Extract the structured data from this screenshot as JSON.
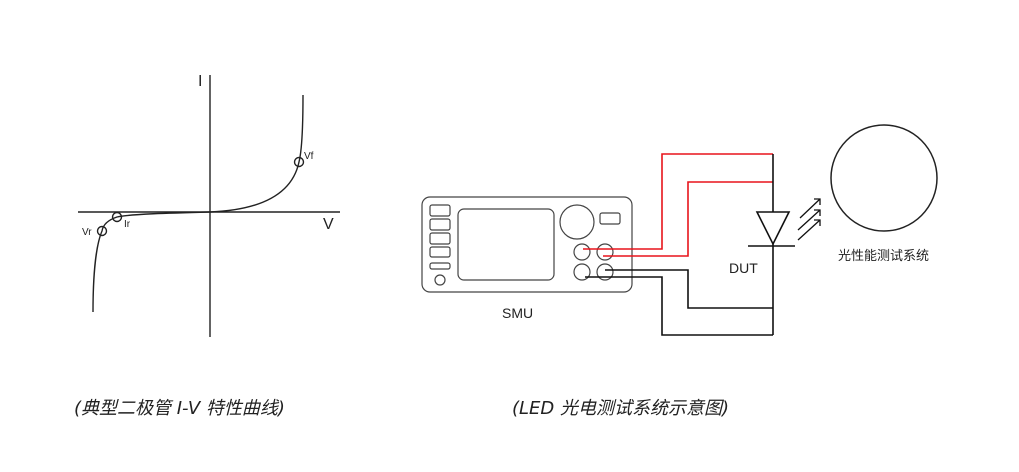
{
  "iv_curve": {
    "axis_y_label": "I",
    "axis_x_label": "V",
    "points": {
      "vf": "Vf",
      "ir": "Ir",
      "vr": "Vr"
    },
    "caption": "(典型二极管 I-V 特性曲线)"
  },
  "test_system": {
    "smu_label": "SMU",
    "dut_label": "DUT",
    "optical_label": "光性能测试系统",
    "caption": "(LED 光电测试系统示意图)",
    "colors": {
      "force_wire": "#e8141b",
      "sense_wire": "#111111"
    }
  }
}
